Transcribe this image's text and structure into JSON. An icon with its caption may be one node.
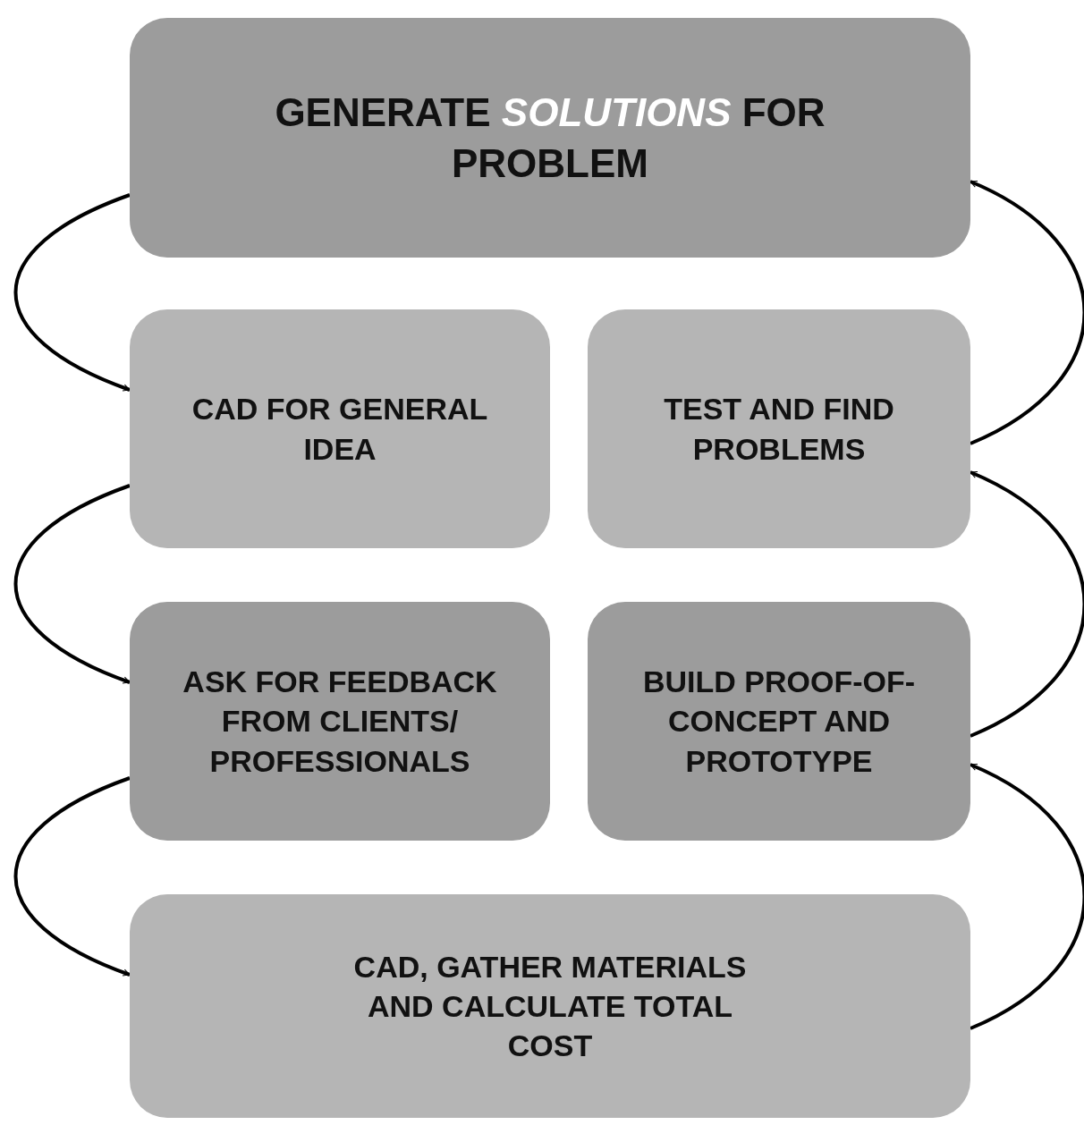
{
  "diagram": {
    "nodes": [
      {
        "text": [
          "GENERATE *SOLUTIONS* FOR PROBLEM"
        ]
      },
      {
        "text": [
          "CAD FOR GENERAL IDEA"
        ]
      },
      {
        "text": [
          "TEST AND FIND PROBLEMS"
        ]
      },
      {
        "text": [
          "ASK FOR FEEDBACK FROM CLIENTS/ PROFESSIONALS"
        ]
      },
      {
        "text": [
          "BUILD PROOF-OF- CONCEPT AND PROTOTYPE"
        ]
      },
      {
        "text": [
          "CAD, GATHER MATERIALS AND CALCULATE TOTAL COST"
        ]
      }
    ],
    "edges": [
      {
        "from": 0,
        "to": 1,
        "arrow": "to"
      },
      {
        "from": 1,
        "to": 3,
        "arrow": "to"
      },
      {
        "from": 3,
        "to": 5,
        "arrow": "to"
      },
      {
        "from": 5,
        "to": 4,
        "arrow": "to"
      },
      {
        "from": 4,
        "to": 2,
        "arrow": "to"
      },
      {
        "from": 2,
        "to": 0,
        "arrow": "to"
      }
    ]
  }
}
